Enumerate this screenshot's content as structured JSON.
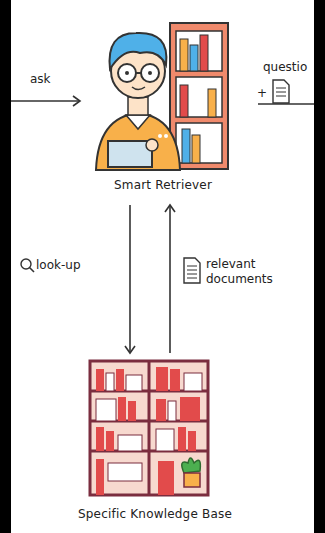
{
  "diagram": {
    "nodes": [
      {
        "text": [
          "Smart Retriever"
        ]
      },
      {
        "text": [
          "Specific Knowledge Base"
        ]
      }
    ],
    "edges": [
      {
        "from": 0,
        "to": 1,
        "arrow": "to",
        "label": "look-up"
      },
      {
        "from": 1,
        "to": 0,
        "arrow": "to",
        "label": "relevant documents"
      }
    ],
    "labels": [
      "ask",
      "questio",
      "+"
    ]
  }
}
